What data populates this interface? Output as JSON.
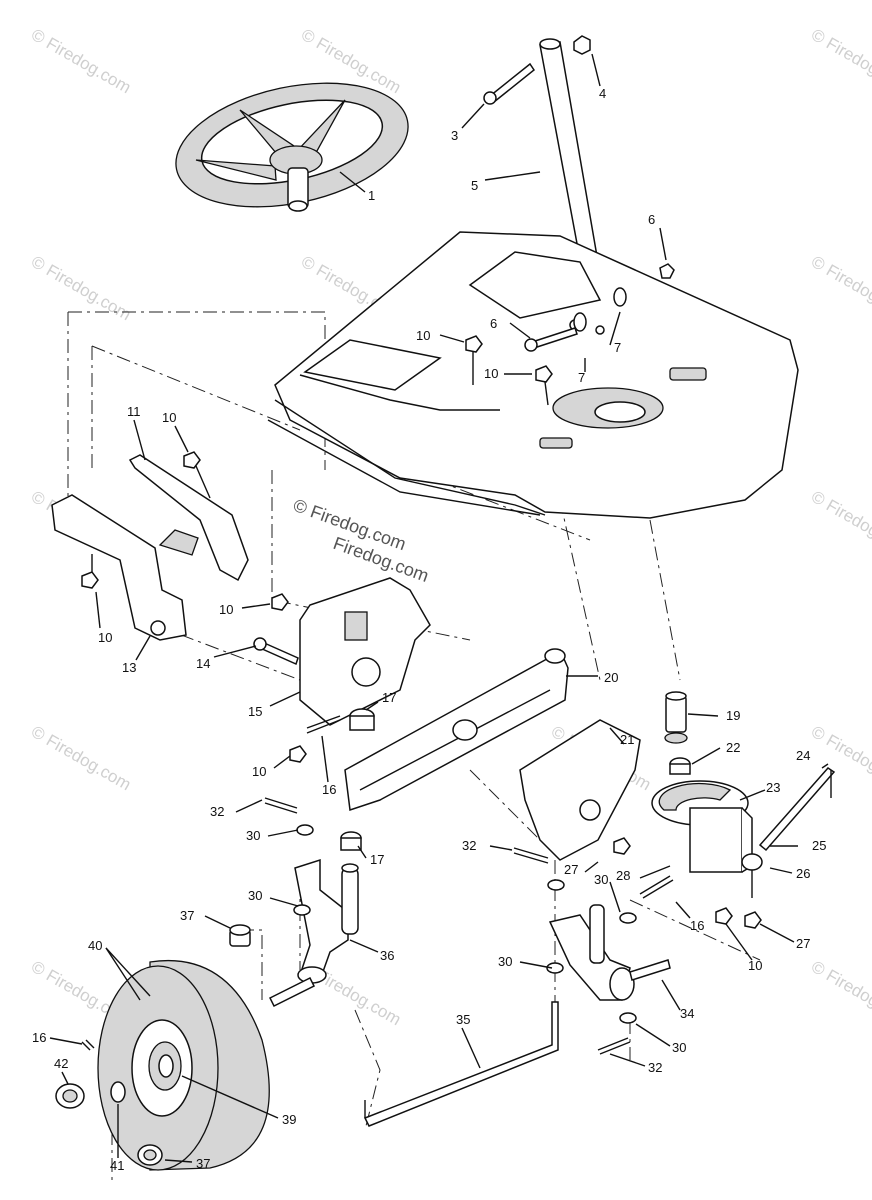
{
  "watermark": {
    "text": "© Firedog.com",
    "center_text_line1": "© Firedog.com",
    "center_text_line2": "Firedog.com"
  },
  "callouts": [
    "1",
    "3",
    "4",
    "5",
    "6",
    "6",
    "7",
    "7",
    "10",
    "10",
    "11",
    "10",
    "10",
    "13",
    "10",
    "14",
    "15",
    "17",
    "10",
    "16",
    "20",
    "21",
    "19",
    "22",
    "23",
    "24",
    "32",
    "30",
    "17",
    "32",
    "27",
    "28",
    "30",
    "25",
    "26",
    "27",
    "16",
    "10",
    "37",
    "30",
    "36",
    "40",
    "30",
    "35",
    "34",
    "30",
    "32",
    "16",
    "42",
    "39",
    "41",
    "37"
  ],
  "colors": {
    "line": "#111111",
    "watermark": "#cfcfcf",
    "shading": "#d6d6d6"
  }
}
